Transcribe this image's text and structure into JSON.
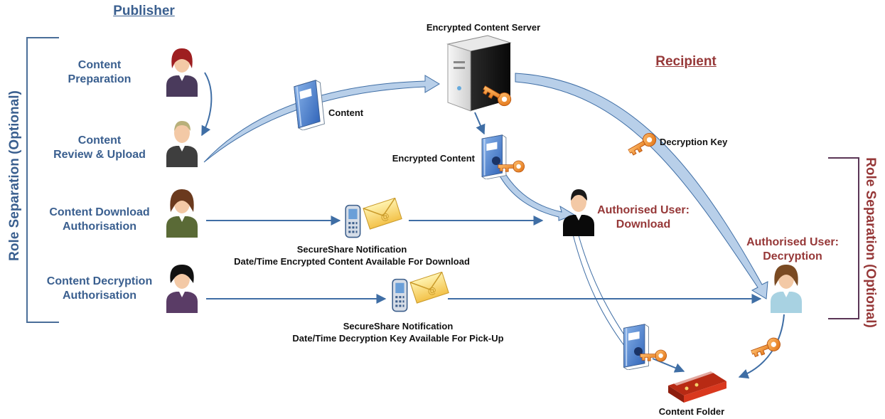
{
  "colors": {
    "publisher_blue": "#3a5f8f",
    "recipient_red": "#963838",
    "arrow_fill": "#b8cfe9",
    "arrow_line": "#3f6ea5",
    "key_orange": "#f08a2a",
    "folder_red": "#d9381e"
  },
  "headings": {
    "publisher": "Publisher",
    "recipient": "Recipient"
  },
  "role_separation": {
    "left": "Role Separation (Optional)",
    "right": "Role Separation (Optional)"
  },
  "publisher_roles": [
    {
      "line1": "Content",
      "line2": "Preparation",
      "icon": "woman-red-hair-avatar-icon"
    },
    {
      "line1": "Content",
      "line2": "Review & Upload",
      "icon": "man-blond-avatar-icon"
    },
    {
      "line1": "Content Download",
      "line2": "Authorisation",
      "icon": "woman-brown-hair-avatar-icon"
    },
    {
      "line1": "Content Decryption",
      "line2": "Authorisation",
      "icon": "woman-black-hair-avatar-icon"
    }
  ],
  "server": {
    "label": "Encrypted Content Server",
    "icon": "server-with-key-icon"
  },
  "content_label": "Content",
  "encrypted_content_label": "Encrypted Content",
  "decryption_key_label": "Decryption Key",
  "notifications": [
    {
      "line1": "SecureShare Notification",
      "line2": "Date/Time Encrypted Content Available For Download",
      "icon": "phone-email-notification-icon"
    },
    {
      "line1": "SecureShare Notification",
      "line2": "Date/Time Decryption Key Available For Pick-Up",
      "icon": "phone-email-notification-icon"
    }
  ],
  "recipients": [
    {
      "line1": "Authorised User:",
      "line2": "Download",
      "icon": "man-black-shirt-avatar-icon"
    },
    {
      "line1": "Authorised User:",
      "line2": "Decryption",
      "icon": "woman-light-blue-avatar-icon"
    }
  ],
  "content_folder_label": "Content Folder"
}
